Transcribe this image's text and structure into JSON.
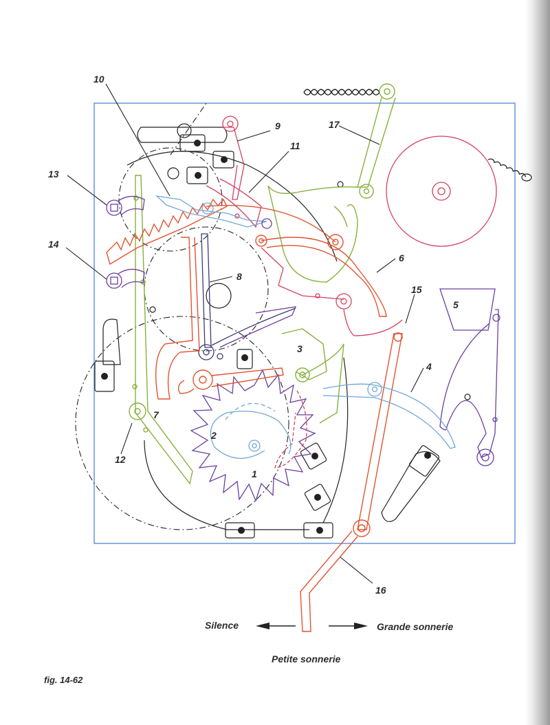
{
  "figure": {
    "caption": "fig. 14-62",
    "part_labels": [
      {
        "id": "1",
        "text": "1"
      },
      {
        "id": "2",
        "text": "2"
      },
      {
        "id": "3",
        "text": "3"
      },
      {
        "id": "4",
        "text": "4"
      },
      {
        "id": "5",
        "text": "5"
      },
      {
        "id": "6",
        "text": "6"
      },
      {
        "id": "7",
        "text": "7"
      },
      {
        "id": "8",
        "text": "8"
      },
      {
        "id": "9",
        "text": "9"
      },
      {
        "id": "10",
        "text": "10"
      },
      {
        "id": "11",
        "text": "11"
      },
      {
        "id": "12",
        "text": "12"
      },
      {
        "id": "13",
        "text": "13"
      },
      {
        "id": "14",
        "text": "14"
      },
      {
        "id": "15",
        "text": "15"
      },
      {
        "id": "16",
        "text": "16"
      },
      {
        "id": "17",
        "text": "17"
      }
    ],
    "selector": {
      "left": "Silence",
      "right": "Grande sonnerie",
      "bottom": "Petite sonnerie"
    }
  },
  "colors": {
    "frame": "#5b8fd4",
    "outline": "#222222",
    "red_orange": "#e0532f",
    "green": "#86b13c",
    "pink": "#d2405f",
    "purple": "#6a3fa0",
    "light_blue": "#6fa6d8",
    "navy": "#3a3a78"
  }
}
